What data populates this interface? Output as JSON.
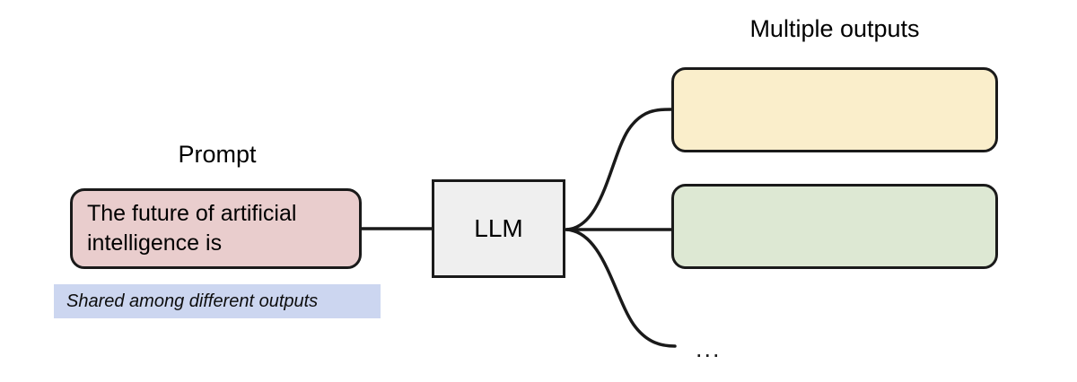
{
  "diagram": {
    "title_prompt_label": "Prompt",
    "title_outputs_label": "Multiple outputs",
    "prompt_text": "The future of artificial intelligence is",
    "shared_note": "Shared among different outputs",
    "model_label": "LLM",
    "ellipsis": "...",
    "output_boxes": [
      {
        "id": "output-1",
        "text": "",
        "color": "#faeecb"
      },
      {
        "id": "output-2",
        "text": "",
        "color": "#dde8d3"
      }
    ],
    "colors": {
      "prompt_fill": "#e9cdcd",
      "shared_fill": "#ccd6f0",
      "model_fill": "#efefef",
      "output_1_fill": "#faeecb",
      "output_2_fill": "#dde8d3",
      "stroke": "#1a1a1a",
      "background": "#ffffff"
    }
  }
}
